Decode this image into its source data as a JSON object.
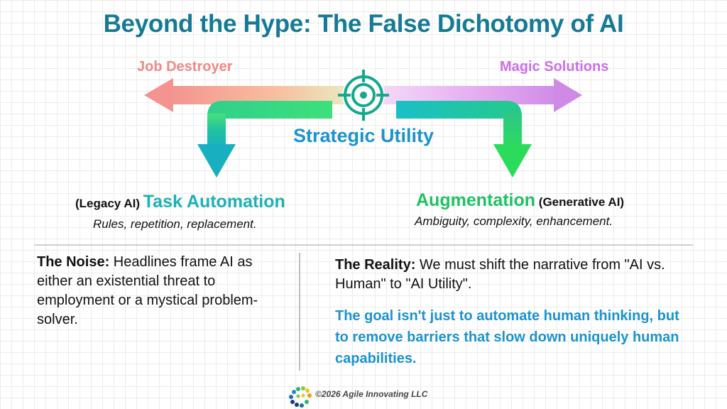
{
  "title": "Beyond the Hype: The False Dichotomy of AI",
  "poles": {
    "left": "Job Destroyer",
    "right": "Magic Solutions"
  },
  "center": {
    "label": "Strategic Utility"
  },
  "branches": {
    "left": {
      "prefix": "(Legacy AI)",
      "name": "Task Automation",
      "subtitle": "Rules, repetition, replacement."
    },
    "right": {
      "name": "Augmentation",
      "suffix": "(Generative AI)",
      "subtitle": "Ambiguity, complexity, enhancement."
    }
  },
  "noise": {
    "label": "The Noise:",
    "text": " Headlines frame AI as either an existential threat to employment or a mystical problem-solver."
  },
  "reality": {
    "label": "The Reality:",
    "text": " We must shift the narrative from \"AI vs. Human\" to \"AI Utility\"."
  },
  "goal": "The goal isn't just to automate human thinking, but to remove barriers that slow down uniquely human capabilities.",
  "footer": "©2026 Agile Innovating LLC",
  "colors": {
    "title": "#157a95",
    "left_pole": "#ef8a86",
    "right_pole": "#cc6fe8",
    "center_label": "#1a93cf",
    "teal": "#1cb2b4",
    "green": "#1fc263",
    "goal": "#1a93cf",
    "target": "#14a88f"
  },
  "icons": {
    "target": "crosshair-target-icon",
    "logo": "agile-innovating-logo"
  }
}
